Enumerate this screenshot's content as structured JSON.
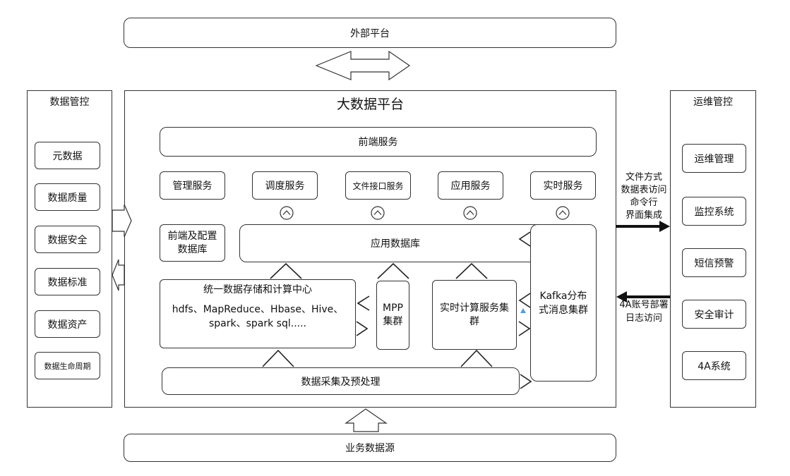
{
  "external_platform": "外部平台",
  "business_source": "业务数据源",
  "data_control": {
    "title": "数据管控",
    "items": [
      "元数据",
      "数据质量",
      "数据安全",
      "数据标准",
      "数据资产",
      "数据生命周期"
    ]
  },
  "ops_control": {
    "title": "运维管控",
    "items": [
      "运维管理",
      "监控系统",
      "短信预警",
      "安全审计",
      "4A系统"
    ]
  },
  "big_data_platform": {
    "title": "大数据平台",
    "frontend_service": "前端服务",
    "services": [
      "管理服务",
      "调度服务",
      "文件接口服务",
      "应用服务",
      "实时服务"
    ],
    "frontend_config_db": [
      "前端及配置",
      "数据库"
    ],
    "app_db": "应用数据库",
    "storage": {
      "title": "统一数据存储和计算中心",
      "line1": "hdfs、MapReduce、Hbase、Hive、",
      "line2": "spark、spark sql....."
    },
    "mpp": [
      "MPP",
      "集群"
    ],
    "realtime_cluster": [
      "实时计算服务集",
      "群"
    ],
    "kafka": [
      "Kafka分布",
      "式消息集群"
    ],
    "collection": "数据采集及预处理"
  },
  "annotations": {
    "right_top": [
      "文件方式",
      "数据表访问",
      "命令行",
      "界面集成"
    ],
    "right_bottom": [
      "4A账号部署",
      "日志访问"
    ]
  }
}
